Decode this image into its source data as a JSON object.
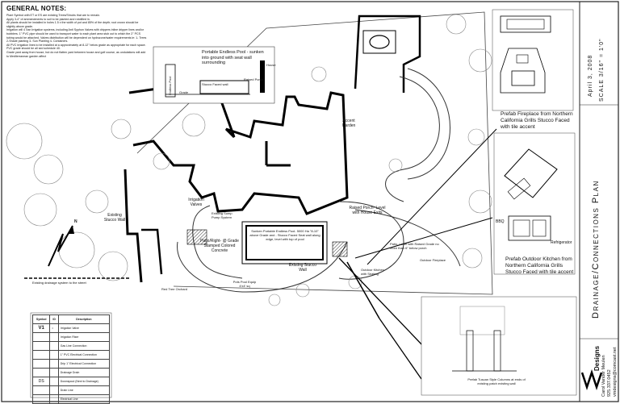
{
  "general_notes": {
    "title": "GENERAL NOTES:",
    "items": [
      "Plant Symbol with ET or ES are existing Trees/Shrubs that are to remain.",
      "Apply 3-4\" of ammendments to soil to be planted and rototilled in.",
      "All plants should be installed in holes 1.5 x the width of pot and 85% of the depth; root crown should be slightly above grade.",
      "Irrigation will 4 Xan Irrigation systems, including Anti Syphon Valves with drippers inline dripper lines and/or bubblers. 1\" PVC pipe should be used to transport water to each plant area stub out to which the 2\" PCS tubing would be attached. Valves distribution will be dependent on hydrozone/water requirements ie: 1- Trees 2-Shade planting 3- Sun Planting 4- Containers.",
      "All PVC irrigation lines to be installed at a approximately at 8-12\" below grade as appropriate for each space. PVC grade should be all sed schedule 40.",
      "Grade yard away from house, but do not flatten yard between house and golf course, as undulations will add to Mediterranean garden affect"
    ]
  },
  "pool_detail": {
    "title": "Portable Endless Pool - sunken into ground with seat wall surrounding",
    "labels": [
      "Stucco Faced wall",
      "Raised Porch",
      "Grade",
      "House",
      "Endless Pool"
    ]
  },
  "plan_labels": [
    "Accent Garden",
    "Irrigation Valves",
    "Existing Sump Pump System",
    "Existing Stucco Wall",
    "Patio/Right- @ Grade Stamped Colored Concrete",
    "Sunken Portable Endless Pool- 5000 Ha \"8-10\" above Grade and - Stucco Faced Seat wall along edge, level with top of pool",
    "Existing Stucco Wall",
    "Pots Pool Equip 4'x4' sq",
    "Raised Porch- Level with House Exits",
    "Patio- Level with Raised Grade no more than 6\" below porch",
    "Outdoor Kitchen with Seating",
    "Outdoor Fireplace",
    "Existing drainage system to the street",
    "Red Tree Orchard"
  ],
  "callouts": {
    "fireplace": "Prefab Fireplace from Northern California Grills Stucco Faced with tile accent",
    "kitchen": "Prefab Outdoor Kitchen from Northern California Grills Stucco Faced with tile accent",
    "bbq": "BBQ",
    "fridge": "Refrigerator",
    "columns": "Prefab Tuscan Style Columns at ends of existing patch existing wall"
  },
  "title_block": {
    "date": "April 3, 2008",
    "scale": "SCALE 3/16\" = 1'0\"",
    "sheet_title": "Drainage/Connections Plan",
    "company": "Designs",
    "designer": "Carol Vander Meulen",
    "phone": "925.337.0452",
    "email": "vmdesigns@comcast.net"
  },
  "legend": {
    "headers": [
      "Symbol",
      "ID",
      "Description"
    ],
    "rows": [
      [
        "V1",
        "•",
        "Irrigation Valve"
      ],
      [
        "",
        "",
        "Irrigation Riser"
      ],
      [
        "",
        "",
        "Gas Line Connection"
      ],
      [
        "",
        "",
        "1\" PVC Electrical Connection"
      ],
      [
        "",
        "",
        "Drip 1\" Electrical Connection"
      ],
      [
        "",
        "",
        "Drainage Drain"
      ],
      [
        "DS",
        "",
        "Downspout (Next to Drainage)"
      ],
      [
        "",
        "",
        "Drain Line"
      ],
      [
        "",
        "",
        "Electrical Line"
      ]
    ]
  },
  "compass": "N"
}
